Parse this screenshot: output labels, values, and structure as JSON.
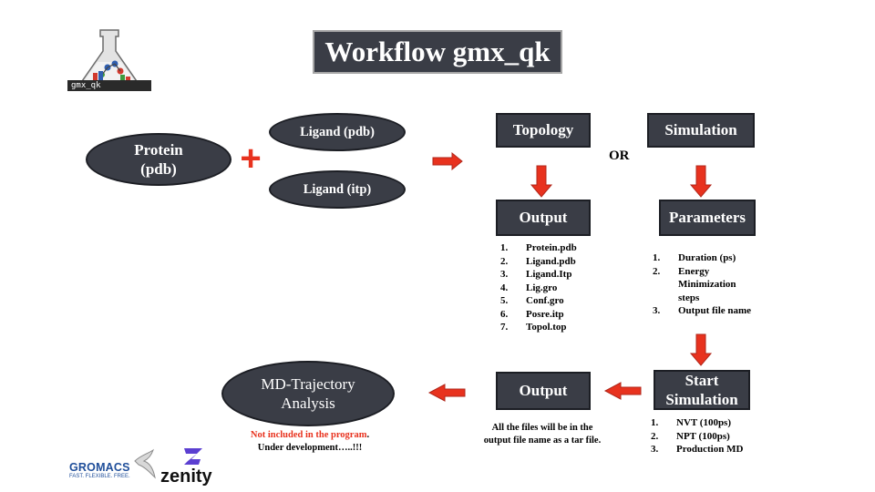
{
  "title": "Workflow gmx_qk",
  "logo": {
    "label": "gmx_qk",
    "icon": "flask-molecule-icon"
  },
  "inputs": {
    "protein": [
      "Protein",
      "(pdb)"
    ],
    "ligand_pdb": "Ligand (pdb)",
    "ligand_itp": "Ligand (itp)",
    "plus": "+"
  },
  "or_label": "OR",
  "topology": {
    "label": "Topology",
    "output_label": "Output",
    "outputs": [
      {
        "n": "1.",
        "t": "Protein.pdb"
      },
      {
        "n": "2.",
        "t": "Ligand.pdb"
      },
      {
        "n": "3.",
        "t": "Ligand.Itp"
      },
      {
        "n": "4.",
        "t": "Lig.gro"
      },
      {
        "n": "5.",
        "t": "Conf.gro"
      },
      {
        "n": "6.",
        "t": "Posre.itp"
      },
      {
        "n": "7.",
        "t": "Topol.top"
      }
    ]
  },
  "simulation": {
    "label": "Simulation",
    "params_label": "Parameters",
    "params": [
      {
        "n": "1.",
        "t": "Duration (ps)"
      },
      {
        "n": "2.",
        "t": "Energy Minimization steps"
      },
      {
        "n": "3.",
        "t": "Output file name"
      }
    ],
    "start_label": [
      "Start",
      "Simulation"
    ],
    "steps": [
      {
        "n": "1.",
        "t": "NVT (100ps)"
      },
      {
        "n": "2.",
        "t": "NPT (100ps)"
      },
      {
        "n": "3.",
        "t": "Production MD"
      }
    ],
    "output_label": "Output",
    "output_note": [
      "All the files will be in the",
      "output file name as a tar file."
    ]
  },
  "analysis": {
    "label": [
      "MD-Trajectory",
      "Analysis"
    ],
    "note_red": "Not included in the program",
    "note_red_tail": ".",
    "note_dev": "Under development…..!!!"
  },
  "footer": {
    "gromacs": "GROMACS",
    "gromacs_tag": "FAST. FLEXIBLE. FREE.",
    "zenity": "zenity"
  },
  "colors": {
    "box": "#3a3d46",
    "arrow": "#e8321e",
    "note_red": "#e8321e",
    "gromacs_blue": "#1f4e9a"
  }
}
